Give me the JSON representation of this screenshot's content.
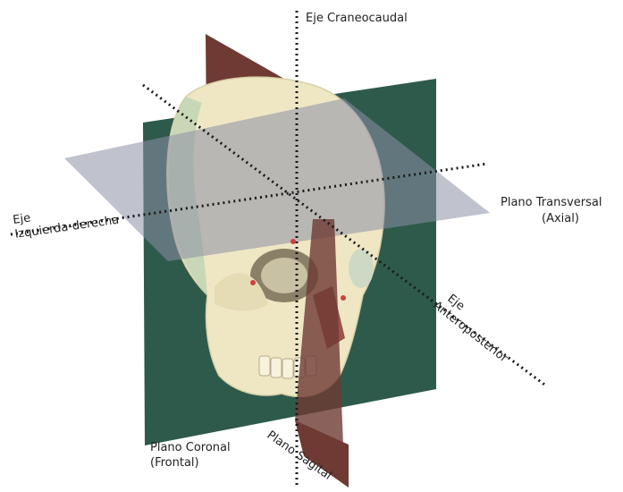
{
  "colors": {
    "background": "#ffffff",
    "coronal_plane": "#2e5a4c",
    "sagittal_plane": "#6e3a33",
    "transverse_plane": "#8c8fa6",
    "skull": "#efe7c4",
    "axis": "#1a1a1a"
  },
  "labels": {
    "axis_craniocaudal": "Eje Craneocaudal",
    "plane_transverse_line1": "Plano Transversal",
    "plane_transverse_line2": "(Axial)",
    "axis_left_right_line1": "Eje",
    "axis_left_right_line2": "Izquierda-derecha",
    "axis_anteroposterior_line1": "Eje",
    "axis_anteroposterior_line2": "Anteroposterior",
    "plane_coronal_line1": "Plano Coronal",
    "plane_coronal_line2": "(Frontal)",
    "plane_sagittal": "Plano Sagital"
  },
  "icons": {
    "skull": "skull-3d-render"
  }
}
